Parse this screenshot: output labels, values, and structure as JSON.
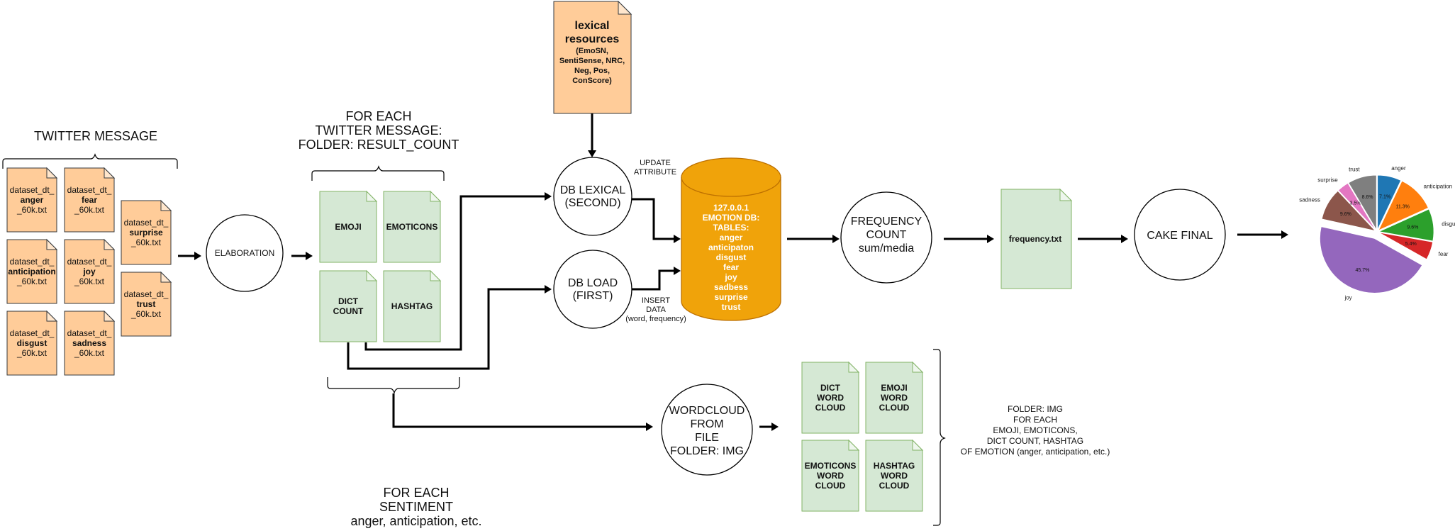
{
  "twitter_message": {
    "title": "TWITTER MESSAGE",
    "files": [
      [
        "dataset_dt_",
        "anger",
        "_60k.txt"
      ],
      [
        "dataset_dt_",
        "fear",
        "_60k.txt"
      ],
      [
        "dataset_dt_",
        "anticipation",
        "_60k.txt"
      ],
      [
        "dataset_dt_",
        "joy",
        "_60k.txt"
      ],
      [
        "dataset_dt_",
        "disgust",
        "_60k.txt"
      ],
      [
        "dataset_dt_",
        "sadness",
        "_60k.txt"
      ],
      [
        "dataset_dt_",
        "surprise",
        "_60k.txt"
      ],
      [
        "dataset_dt_",
        "trust",
        "_60k.txt"
      ]
    ]
  },
  "elaboration": {
    "label": "ELABORATION"
  },
  "result_count": {
    "title": [
      "FOR EACH",
      "TWITTER MESSAGE:",
      "FOLDER: RESULT_COUNT"
    ],
    "docs": [
      [
        "EMOJI"
      ],
      [
        "EMOTICONS"
      ],
      [
        "DICT",
        "COUNT"
      ],
      [
        "HASHTAG"
      ]
    ]
  },
  "sentiment_note": [
    "FOR EACH",
    "SENTIMENT",
    "anger, anticipation, etc."
  ],
  "lexical_resources": {
    "title": [
      "lexical",
      "resources"
    ],
    "items": [
      "(EmoSN,",
      "SentiSense, NRC,",
      "Neg, Pos,",
      "ConScore)"
    ]
  },
  "db_lexical": {
    "label": [
      "DB LEXICAL",
      "(SECOND)"
    ]
  },
  "db_load": {
    "label": [
      "DB LOAD",
      "(FIRST)"
    ]
  },
  "update_attribute": [
    "UPDATE",
    "ATTRIBUTE"
  ],
  "insert_data": [
    "INSERT",
    "DATA",
    "(word, frequency)"
  ],
  "emotion_db": {
    "lines": [
      "127.0.0.1",
      "EMOTION DB:",
      "TABLES:",
      "anger",
      "anticipaton",
      "disgust",
      "fear",
      "joy",
      "sadbess",
      "surprise",
      "trust"
    ]
  },
  "frequency_count": {
    "label": [
      "FREQUENCY",
      "COUNT",
      "sum/media"
    ]
  },
  "frequency_file": {
    "label": "frequency.txt"
  },
  "cake_final": {
    "label": "CAKE FINAL"
  },
  "wordcloud": {
    "label": [
      "WORDCLOUD",
      "FROM",
      "FILE",
      "FOLDER: IMG"
    ],
    "docs": [
      [
        "DICT",
        "WORD",
        "CLOUD"
      ],
      [
        "EMOJI",
        "WORD",
        "CLOUD"
      ],
      [
        "EMOTICONS",
        "WORD",
        "CLOUD"
      ],
      [
        "HASHTAG",
        "WORD",
        "CLOUD"
      ]
    ]
  },
  "folder_img_note": [
    "FOLDER: IMG",
    "FOR EACH",
    "EMOJI, EMOTICONS,",
    "DICT COUNT,  HASHTAG",
    "OF EMOTION (anger, anticipation, etc.)"
  ],
  "colors": {
    "doc_orange": "#ffcc99",
    "doc_green": "#d5e8d4",
    "db_fill": "#f0a30a"
  },
  "chart_data": {
    "type": "pie",
    "slices": [
      {
        "label": "anger",
        "percent": 7.1,
        "color": "#1f77b4"
      },
      {
        "label": "anticipation",
        "percent": 11.3,
        "color": "#ff7f0e"
      },
      {
        "label": "disgust",
        "percent": 9.6,
        "color": "#2ca02c"
      },
      {
        "label": "fear",
        "percent": 5.4,
        "color": "#d62728"
      },
      {
        "label": "joy",
        "percent": 45.7,
        "color": "#9467bd"
      },
      {
        "label": "sadness",
        "percent": 9.6,
        "color": "#8c564b"
      },
      {
        "label": "surprise",
        "percent": 3.5,
        "color": "#e377c2"
      },
      {
        "label": "trust",
        "percent": 8.6,
        "color": "#7f7f7f"
      }
    ],
    "percent_labels": [
      "7.1%",
      "11.3%",
      "9.6%",
      "5.4%",
      "45.7%",
      "9.6%",
      "3.5%",
      "8.6%"
    ]
  }
}
